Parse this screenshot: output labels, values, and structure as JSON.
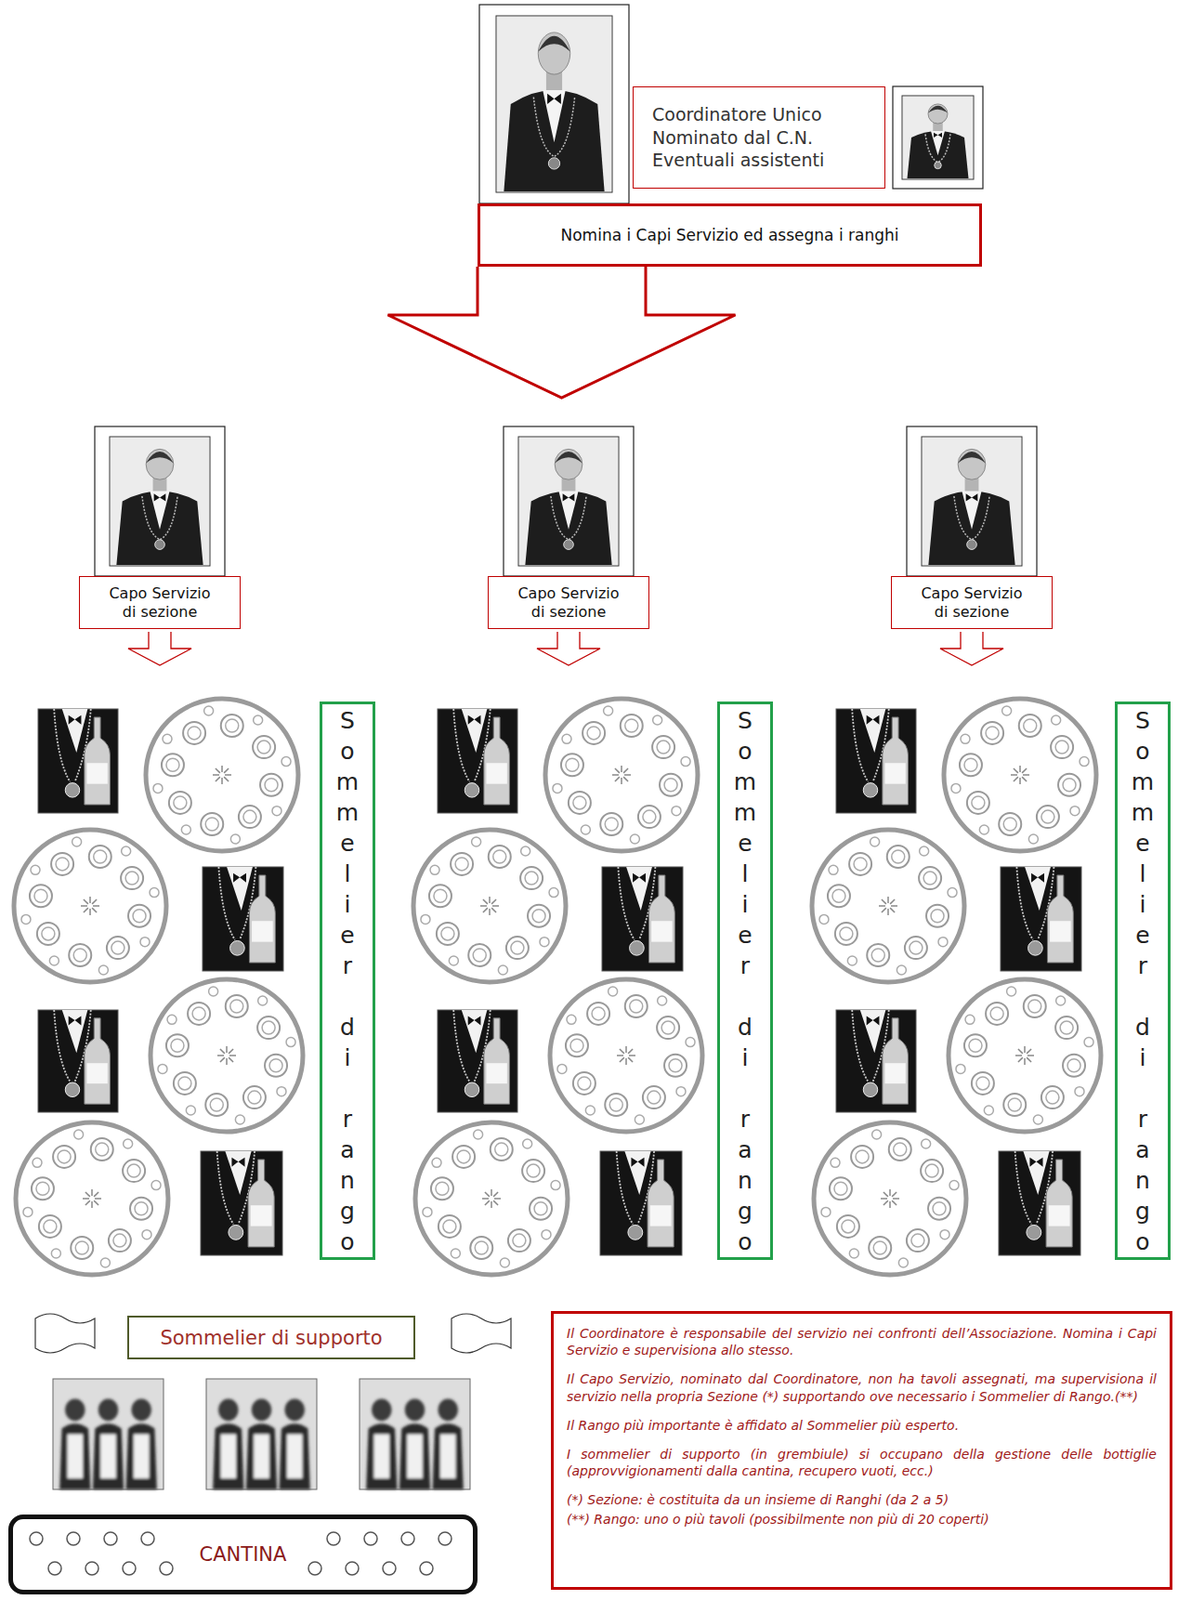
{
  "diagram": {
    "nodes": [
      {
        "text": [
          "Coordinatore Unico Nominato dal C.N. Eventuali assistenti"
        ]
      },
      {
        "text": [
          "Nomina i Capi Servizio ed assegna i ranghi"
        ]
      },
      {
        "text": [
          "Capo Servizio di sezione"
        ]
      },
      {
        "text": [
          "Capo Servizio di sezione"
        ]
      },
      {
        "text": [
          "Capo Servizio di sezione"
        ]
      },
      {
        "text": [
          "Sommelier di rango"
        ]
      },
      {
        "text": [
          "Sommelier di rango"
        ]
      },
      {
        "text": [
          "Sommelier di rango"
        ]
      },
      {
        "text": [
          "Sommelier di supporto"
        ]
      },
      {
        "text": [
          "CANTINA"
        ]
      },
      {
        "text": [
          "Il Coordinatore è responsabile del servizio nei confronti dell’Associazione. Nomina i Capi Servizio e supervisiona allo stesso.",
          "Il Capo Servizio, nominato dal Coordinatore, non ha tavoli assegnati, ma supervisiona il servizio nella propria Sezione (*) supportando ove necessario i Sommelier di Rango.(**)",
          "Il Rango più importante è affidato al Sommelier più esperto.",
          "I sommelier di supporto (in grembiule) si occupano della gestione delle bottiglie (approvvigionamenti dalla cantina, recupero vuoti, ecc.)",
          "(*) Sezione: è costituita da un insieme di Ranghi (da 2 a 5)",
          "(**) Rango: uno o più tavoli (possibilmente non più di 20 coperti)"
        ]
      }
    ],
    "edges": [
      {
        "from": 1,
        "to": 3,
        "arrow": "to"
      }
    ]
  }
}
